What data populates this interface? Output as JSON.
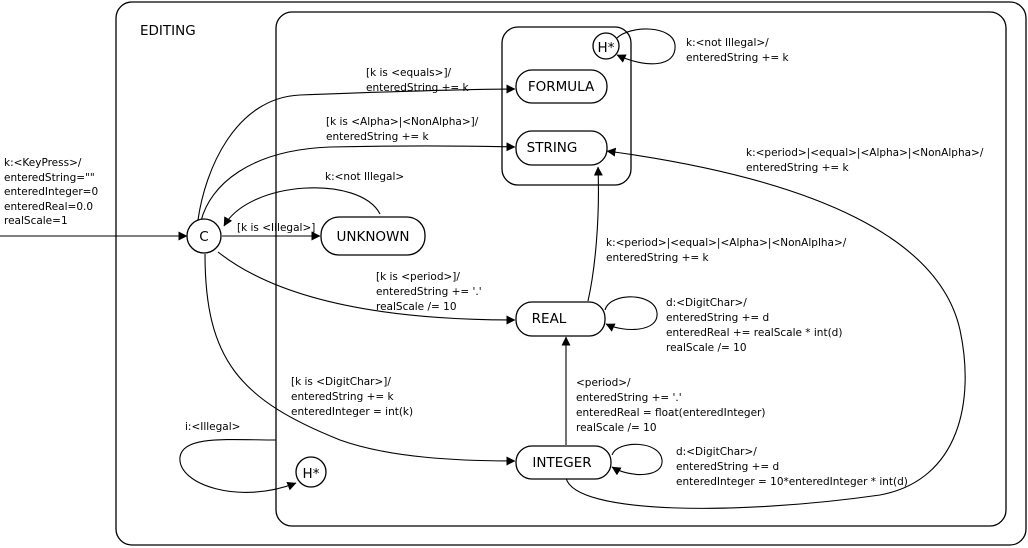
{
  "outer_state": {
    "name": "EDITING"
  },
  "pseudo": {
    "choice": "C",
    "history": "H*"
  },
  "states": {
    "formula": "FORMULA",
    "string": "STRING",
    "unknown": "UNKNOWN",
    "real": "REAL",
    "integer": "INTEGER"
  },
  "transitions": {
    "entry": [
      "k:<KeyPress>/",
      "enteredString=\"\"",
      "enteredInteger=0",
      "enteredReal=0.0",
      "realScale=1"
    ],
    "to_formula": [
      "[k is <equals>]/",
      "enteredString += k"
    ],
    "to_string": [
      "[k is <Alpha>|<NonAlpha>]/",
      "enteredString += k"
    ],
    "to_unknown": [
      "[k is <Illegal>]"
    ],
    "unknown_back": [
      "k:<not Illegal>"
    ],
    "to_real": [
      "[k is <period>]/",
      "enteredString += '.'",
      "realScale /= 10"
    ],
    "to_integer": [
      "[k is <DigitChar>]/",
      "enteredString += k",
      "enteredInteger = int(k)"
    ],
    "history_self": [
      "k:<not Illegal>/",
      "enteredString += k"
    ],
    "real_to_string": [
      "k:<period>|<equal>|<Alpha>|<NonAlplha>/",
      "enteredString += k"
    ],
    "real_self": [
      "d:<DigitChar>/",
      "enteredString += d",
      "enteredReal += realScale * int(d)",
      "realScale /= 10"
    ],
    "integer_to_real": [
      "<period>/",
      "enteredString += '.'",
      "enteredReal = float(enteredInteger)",
      "realScale /= 10"
    ],
    "integer_self": [
      "d:<DigitChar>/",
      "enteredString += d",
      "enteredInteger = 10*enteredInteger * int(d)"
    ],
    "integer_to_string": [
      "k:<period>|<equal>|<Alpha>|<NonAlpha>/",
      "enteredString += k"
    ],
    "illegal_self": [
      "i:<Illegal>"
    ]
  }
}
